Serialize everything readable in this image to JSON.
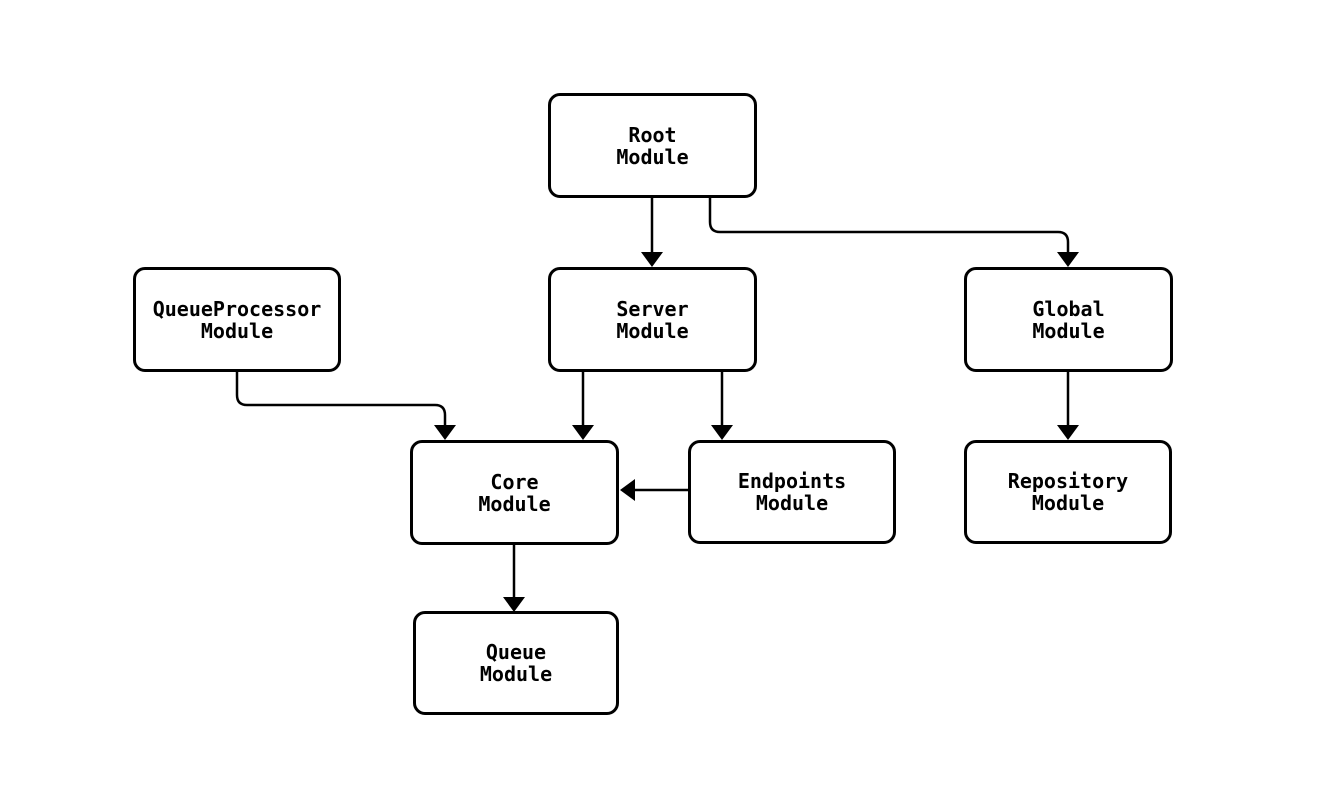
{
  "diagram": {
    "title": "",
    "nodes": {
      "root": {
        "label": "Root\nModule"
      },
      "server": {
        "label": "Server\nModule"
      },
      "queueprocessor": {
        "label": "QueueProcessor\nModule"
      },
      "global": {
        "label": "Global\nModule"
      },
      "core": {
        "label": "Core\nModule"
      },
      "endpoints": {
        "label": "Endpoints\nModule"
      },
      "repository": {
        "label": "Repository\nModule"
      },
      "queue": {
        "label": "Queue\nModule"
      }
    },
    "edges": [
      {
        "from": "root",
        "to": "server"
      },
      {
        "from": "root",
        "to": "global"
      },
      {
        "from": "queueprocessor",
        "to": "core"
      },
      {
        "from": "server",
        "to": "core"
      },
      {
        "from": "server",
        "to": "endpoints"
      },
      {
        "from": "endpoints",
        "to": "core"
      },
      {
        "from": "global",
        "to": "repository"
      },
      {
        "from": "core",
        "to": "queue"
      }
    ],
    "colors": {
      "stroke": "#000000",
      "node_fill": "#ffffff",
      "background": "#ffffff",
      "text": "#000000"
    }
  }
}
